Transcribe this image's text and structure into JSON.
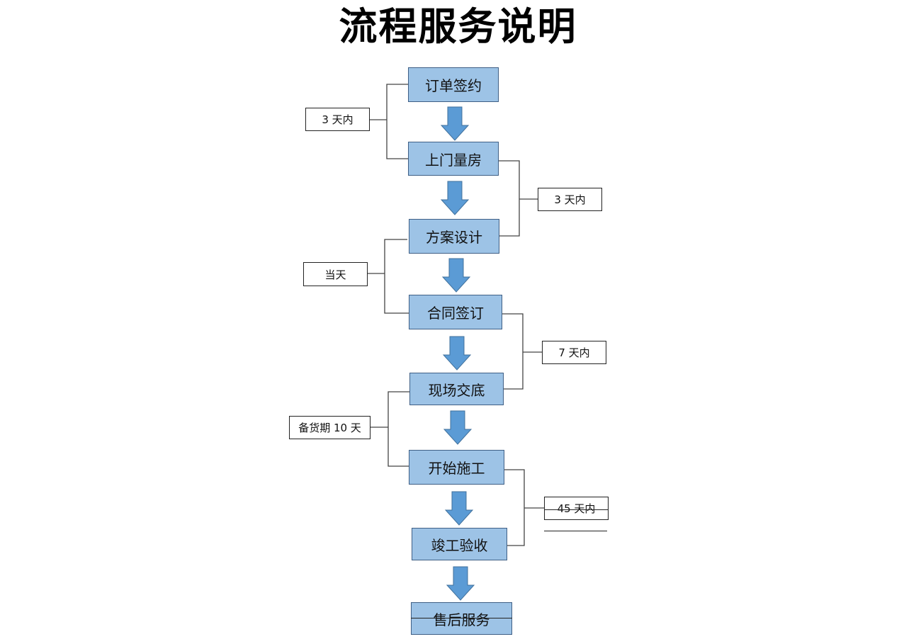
{
  "title": "流程服务说明",
  "steps": [
    "订单签约",
    "上门量房",
    "方案设计",
    "合同签订",
    "现场交底",
    "开始施工",
    "竣工验收",
    "售后服务"
  ],
  "notes": [
    "3 天内",
    "3 天内",
    "当天",
    "7 天内",
    "备货期 10 天",
    "45 天内"
  ],
  "colors": {
    "step_fill": "#9dc3e6",
    "step_border": "#3f5f85",
    "arrow": "#5b9bd5"
  }
}
